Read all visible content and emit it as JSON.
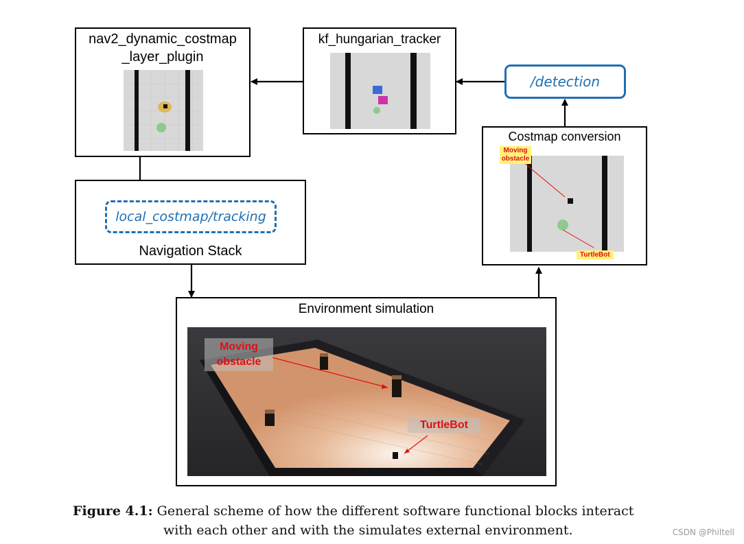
{
  "blocks": {
    "dynamic_costmap": {
      "title_line1": "nav2_dynamic_costmap",
      "title_line2": "_layer_plugin"
    },
    "tracker": {
      "title": "kf_hungarian_tracker"
    },
    "detection": {
      "topic": "/detection"
    },
    "costmap_conversion": {
      "title": "Costmap conversion",
      "moving_label_line1": "Moving",
      "moving_label_line2": "obstacle",
      "turtlebot_label": "TurtleBot"
    },
    "navigation": {
      "topic": "local_costmap/tracking",
      "title": "Navigation Stack"
    },
    "simulation": {
      "title": "Environment simulation",
      "moving_label_line1": "Moving",
      "moving_label_line2": "obstacle",
      "turtlebot_label": "TurtleBot"
    }
  },
  "caption": {
    "label": "Figure 4.1:",
    "line1": "General scheme of how the different software functional blocks interact",
    "line2": "with each other and with the simulates external environment."
  },
  "watermark": "CSDN @Philtell",
  "colors": {
    "topic_blue": "#1f6fb2",
    "label_red": "#e01010",
    "label_yellow": "#fff27a"
  }
}
